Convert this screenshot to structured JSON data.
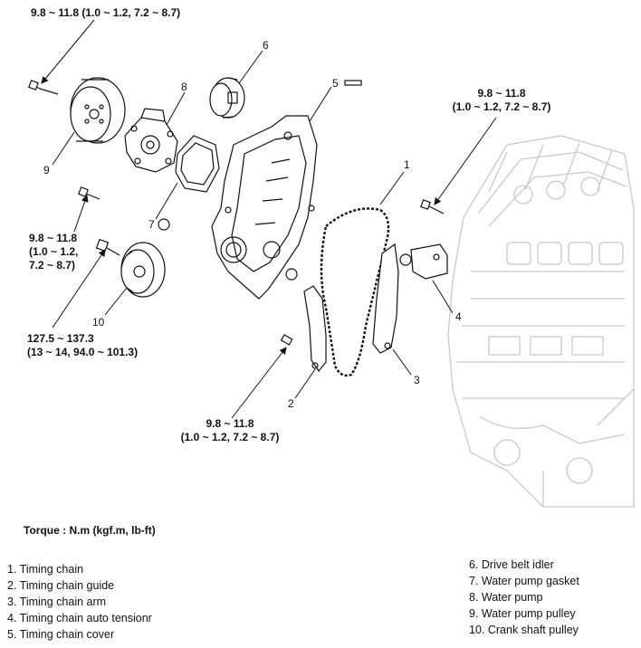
{
  "torque_values": {
    "top_left": "9.8 ~ 11.8 (1.0 ~ 1.2, 7.2 ~ 8.7)",
    "top_right_line1": "9.8 ~ 11.8",
    "top_right_line2": "(1.0 ~ 1.2, 7.2 ~ 8.7)",
    "mid_left_line1": "9.8 ~ 11.8",
    "mid_left_line2": "(1.0 ~ 1.2,",
    "mid_left_line3": "7.2 ~ 8.7)",
    "crank_line1": "127.5 ~ 137.3",
    "crank_line2": "(13 ~ 14, 94.0 ~ 101.3)",
    "bottom_line1": "9.8 ~ 11.8",
    "bottom_line2": "(1.0 ~ 1.2, 7.2 ~ 8.7)"
  },
  "callouts": [
    "1",
    "2",
    "3",
    "4",
    "5",
    "6",
    "7",
    "8",
    "9",
    "10"
  ],
  "torque_caption": "Torque : N.m (kgf.m, lb-ft)",
  "legend_left": [
    "1. Timing chain",
    "2. Timing chain guide",
    "3. Timing chain arm",
    "4. Timing chain auto tensionr",
    "5. Timing chain cover"
  ],
  "legend_right": [
    "6. Drive belt idler",
    "7. Water pump gasket",
    "8. Water pump",
    "9. Water pump pulley",
    "10. Crank shaft pulley"
  ],
  "colors": {
    "ink": "#111111",
    "engine_outline": "#c8c8c8",
    "part_fill": "#ffffff"
  }
}
